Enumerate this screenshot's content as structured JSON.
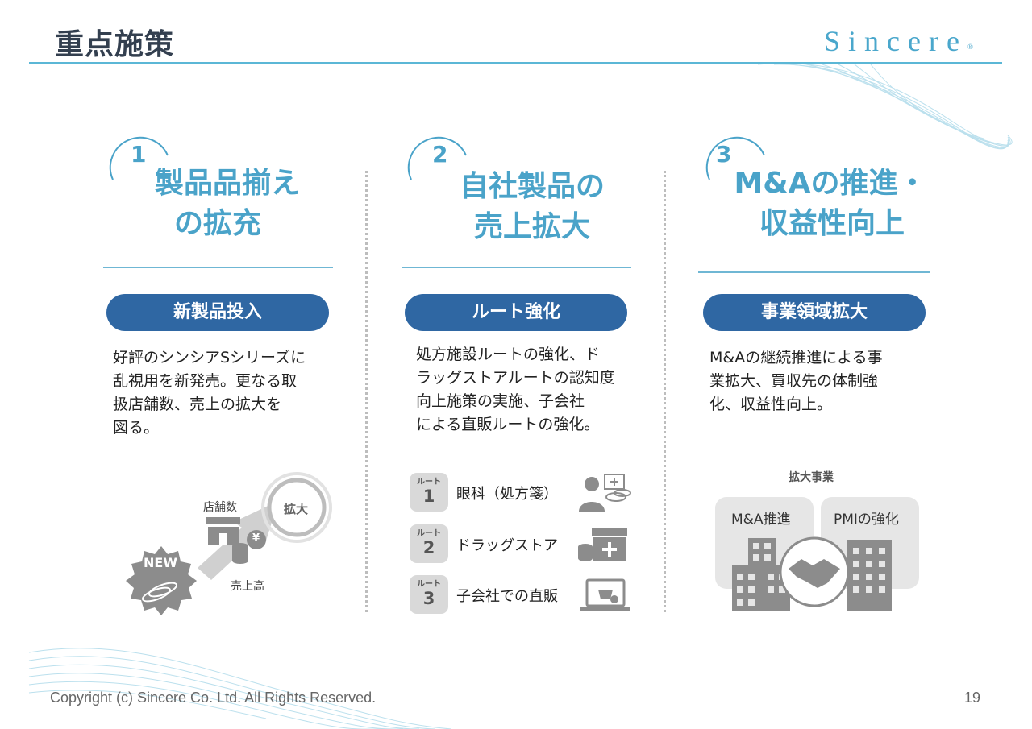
{
  "header": {
    "title": "重点施策",
    "brand": "Sincere",
    "brand_mark": "®"
  },
  "columns": [
    {
      "number": "1",
      "heading_line1": "製品品揃え",
      "heading_line2": "の拡充",
      "pill": "新製品投入",
      "description": [
        "好評のシンシアSシリーズに",
        "乱視用を新発売。更なる取",
        "扱店舗数、売上の拡大を",
        "図る。"
      ],
      "graphic": {
        "store_label": "店舗数",
        "sales_label": "売上高",
        "expand_label": "拡大",
        "new_badge": "NEW",
        "yen_symbol": "¥"
      }
    },
    {
      "number": "2",
      "heading_line1": "自社製品の",
      "heading_line2": "売上拡大",
      "pill": "ルート強化",
      "description": [
        "処方施設ルートの強化、ド",
        "ラッグストアルートの認知度",
        "向上施策の実施、子会社",
        "による直販ルートの強化。"
      ],
      "routes": [
        {
          "tag": "ルート",
          "num": "1",
          "label": "眼科（処方箋）",
          "icon": "doctor-icon"
        },
        {
          "tag": "ルート",
          "num": "2",
          "label": "ドラッグストア",
          "icon": "drugstore-icon"
        },
        {
          "tag": "ルート",
          "num": "3",
          "label": "子会社での直販",
          "icon": "ecommerce-laptop-icon"
        }
      ]
    },
    {
      "number": "3",
      "heading_line1": "M&Aの推進・",
      "heading_line2": "収益性向上",
      "pill": "事業領域拡大",
      "description": [
        "M&Aの継続推進による事",
        "業拡大、買収先の体制強",
        "化、収益性向上。"
      ],
      "expansion": {
        "title": "拡大事業",
        "left_box": "M&A推進",
        "right_box": "PMIの強化"
      }
    }
  ],
  "footer": {
    "copyright": "Copyright (c) Sincere Co. Ltd. All Rights Reserved.",
    "page_number": "19"
  },
  "colors": {
    "accent": "#4aa3c9",
    "pill": "#2f67a3",
    "title": "#333f4f",
    "icon_gray": "#8c8c8c"
  }
}
